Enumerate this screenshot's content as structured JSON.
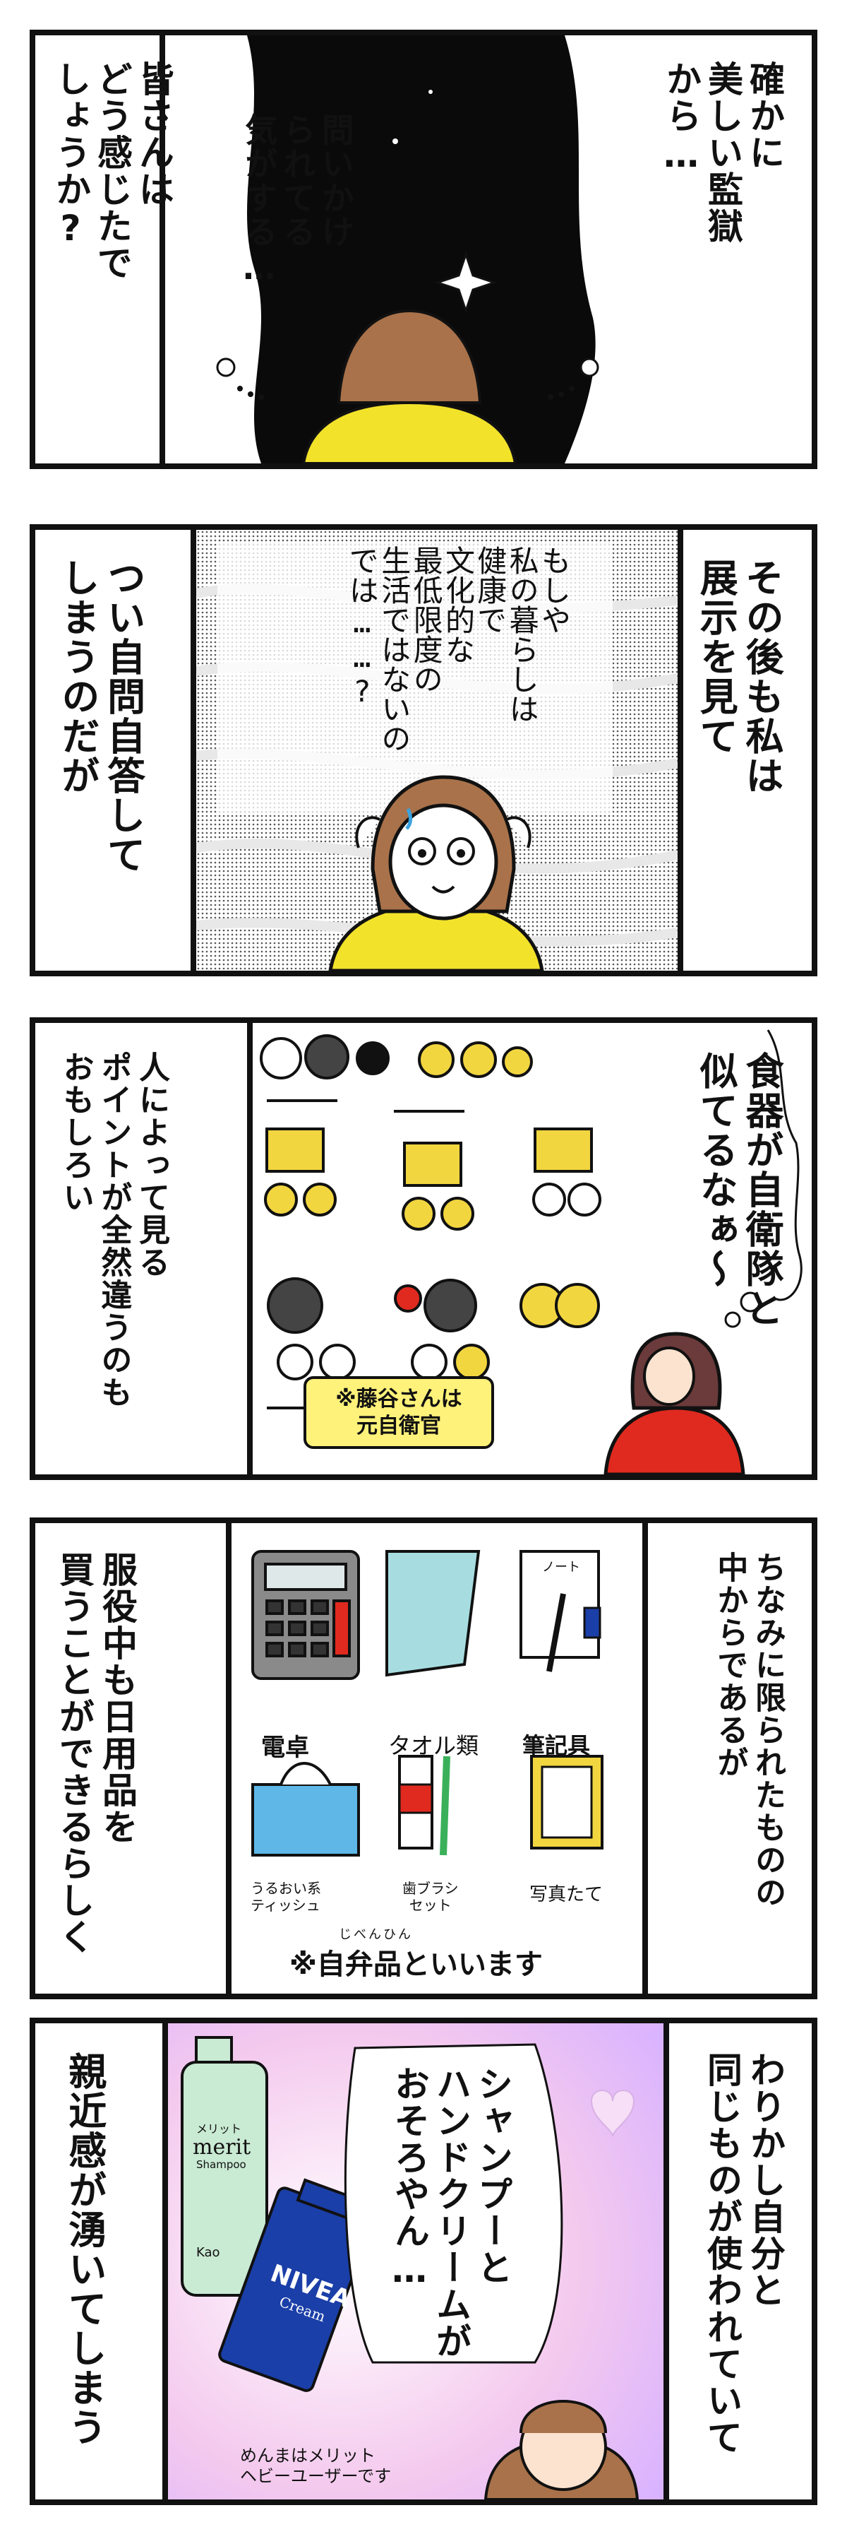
{
  "panels": [
    {
      "narration_right": "確かに\n美しい監獄\nから…",
      "narration_middle": "問いかけ\nられてる\n気がする…",
      "narration_left": "皆さんは\nどう感じたで\nしょうか?"
    },
    {
      "narration_right": "その後も私は\n展示を見て",
      "bubble": "もしや\n私の暮らしは\n健康で\n文化的な\n最低限度の\n生活ではないの\nでは……?",
      "narration_left": "つい自問自答して\nしまうのだが"
    },
    {
      "bubble": "食器が自衛隊と\n似てるなぁ〜",
      "caption": "※藤谷さんは\n元自衛官",
      "narration_left": "人によって見る\nポイントが全然違うのも\nおもしろい"
    },
    {
      "narration_right": "ちなみに限られたものの\n中からであるが",
      "items": [
        {
          "label": "電卓",
          "icon": "calculator-icon"
        },
        {
          "label": "タオル類",
          "icon": "towel-icon"
        },
        {
          "label": "筆記具",
          "icon": "notebook-pen-icon"
        },
        {
          "label": "うるおい系\nティッシュ",
          "icon": "tissue-box-icon"
        },
        {
          "label": "歯ブラシ\nセット",
          "icon": "toothbrush-set-icon"
        },
        {
          "label": "写真たて",
          "icon": "photo-frame-icon"
        }
      ],
      "ruby": "じべんひん",
      "note": "※自弁品といいます",
      "narration_left": "服役中も日用品を\n買うことができるらしく",
      "notebook_label": "ノート"
    },
    {
      "narration_right": "わりかし自分と\n同じものが使われていて",
      "bubble": "シャンプーと\nハンドクリームが\nおそろやん…",
      "shampoo_label_small": "メリット",
      "shampoo_label_brand": "merit",
      "shampoo_label_sub": "Shampoo",
      "shampoo_maker": "Kao",
      "cream_label_brand": "NIVEA",
      "cream_label_sub": "Cream",
      "footnote": "めんまはメリット\nヘビーユーザーです",
      "narration_left": "親近感が湧いてしまう"
    }
  ],
  "colors": {
    "ink": "#111111",
    "shirt_yellow": "#f3e22a",
    "shirt_red": "#e02a1f",
    "hair_brown": "#a9724a",
    "caption_yellow": "#fff27a",
    "plate_yellow": "#f2d640",
    "towel_blue": "#a7dde0",
    "tissue_blue": "#5fb7e8",
    "nivea_blue": "#1b3fa8",
    "shampoo_green": "#c9ead3",
    "pink_glow": "#f4c9ee"
  }
}
